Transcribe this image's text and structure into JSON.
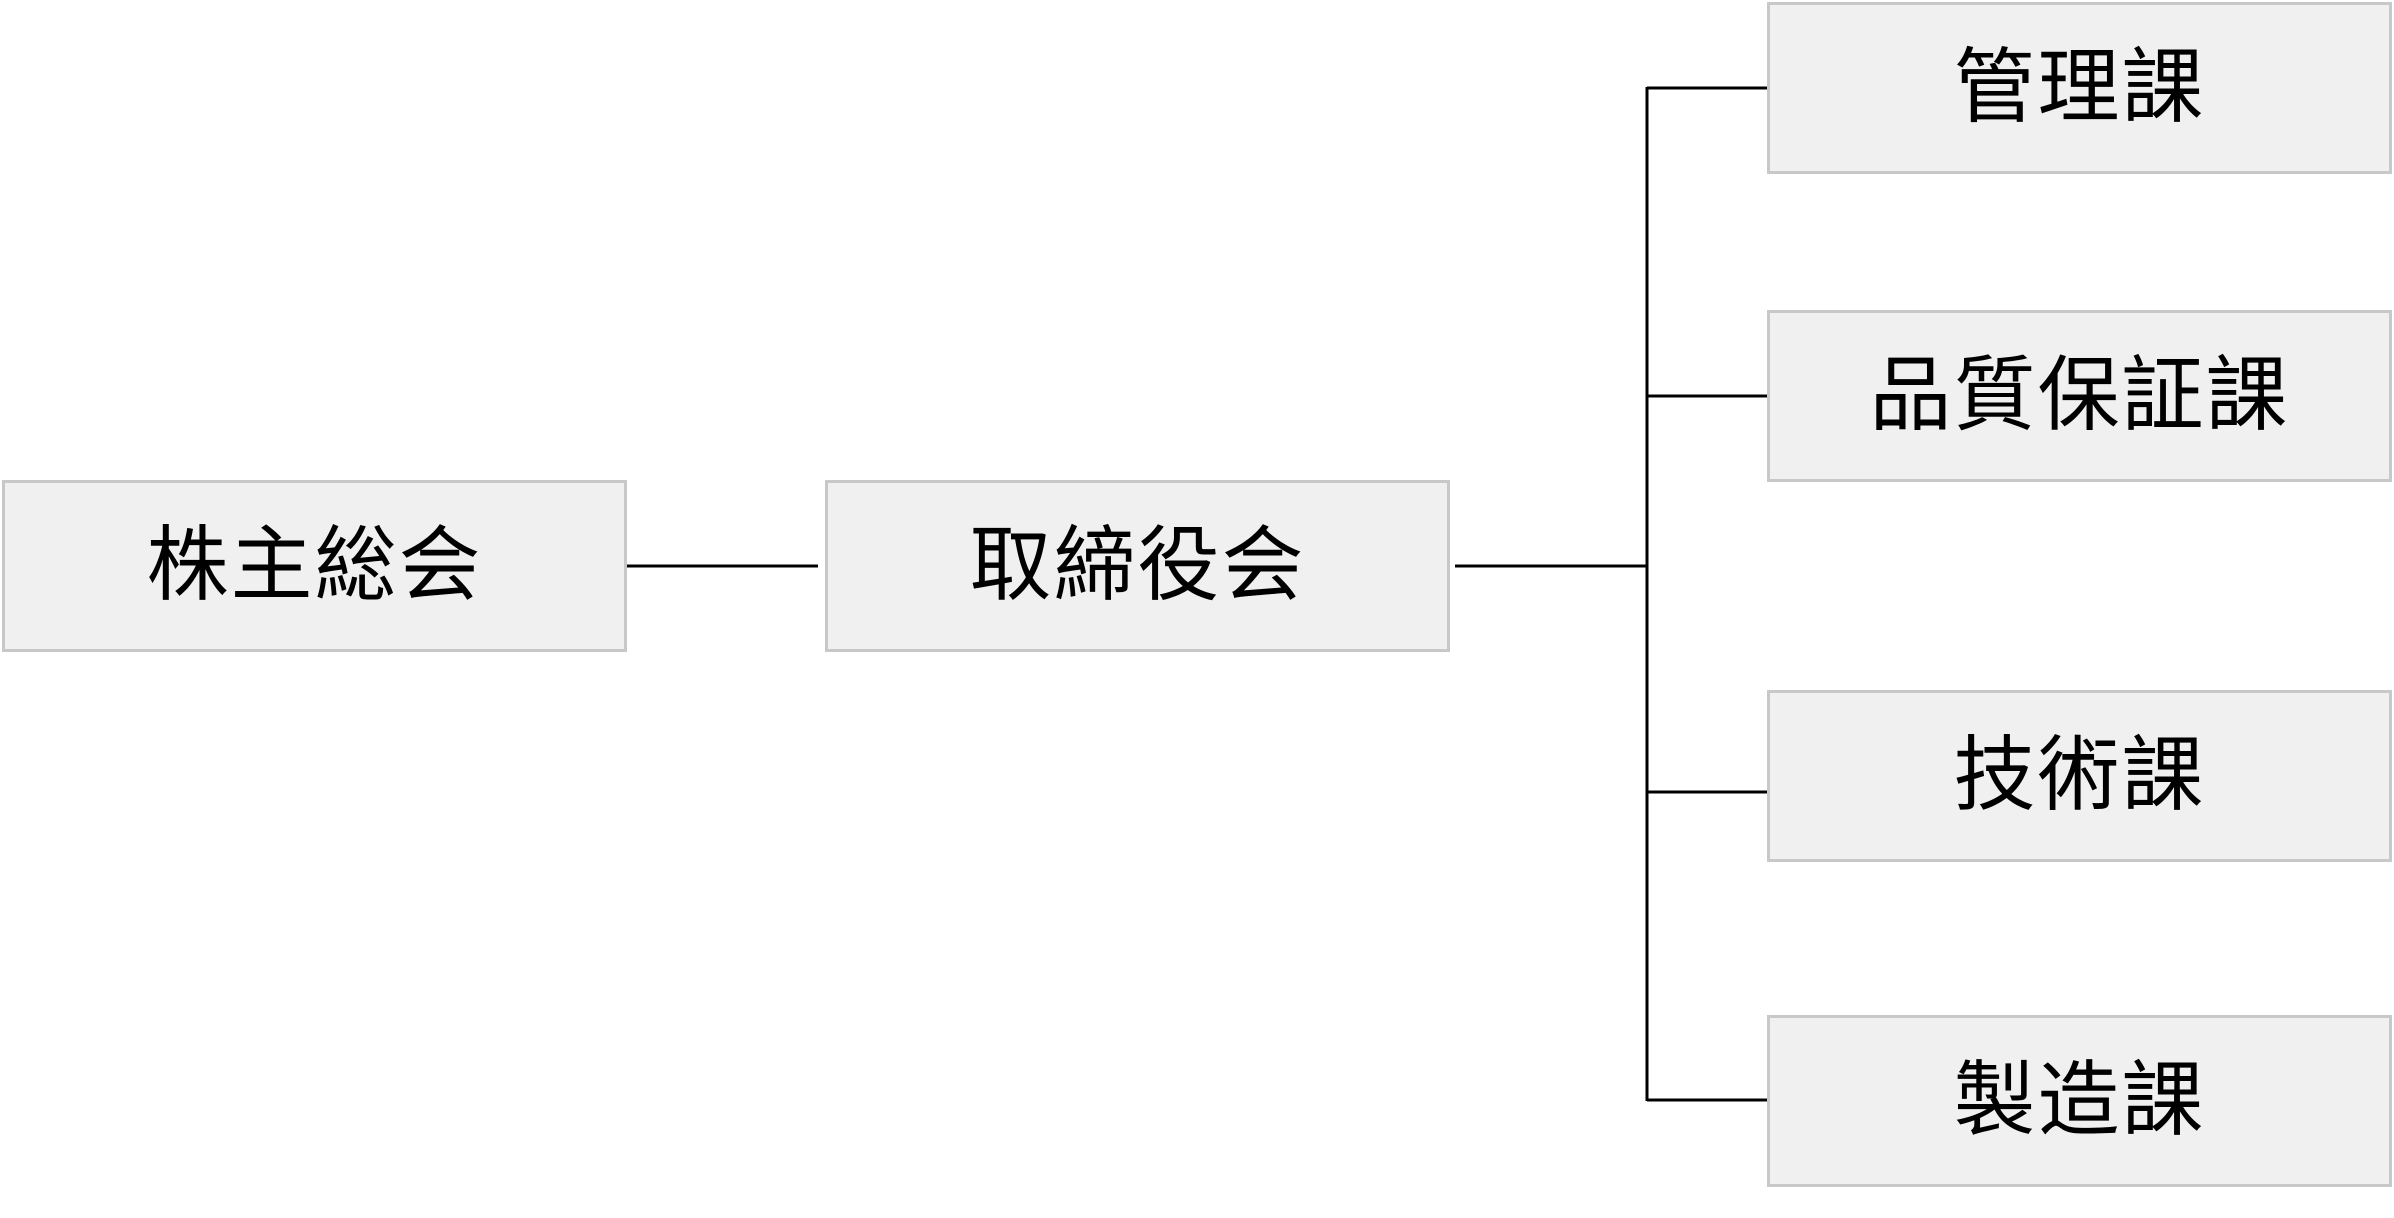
{
  "diagram": {
    "root": {
      "label": "株主総会"
    },
    "board": {
      "label": "取締役会"
    },
    "departments": [
      {
        "label": "管理課"
      },
      {
        "label": "品質保証課"
      },
      {
        "label": "技術課"
      },
      {
        "label": "製造課"
      }
    ]
  },
  "colors": {
    "box_fill": "#f0f0f0",
    "box_border": "#c8c8c8",
    "line": "#000000",
    "text": "#000000"
  }
}
